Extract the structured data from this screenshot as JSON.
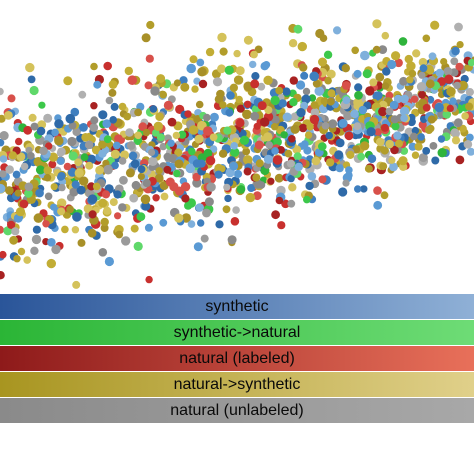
{
  "chart_data": {
    "type": "scatter",
    "title": "",
    "xlabel": "",
    "ylabel": "",
    "grid": false,
    "legend_placement": "bottom",
    "series": [
      {
        "name": "synthetic",
        "color": "#3f7fbf",
        "gradient": [
          "#2a5599",
          "#8fb0d6"
        ]
      },
      {
        "name": "synthetic->natural",
        "color": "#3cc84a",
        "gradient": [
          "#2bb536",
          "#6edc76"
        ]
      },
      {
        "name": "natural (labeled)",
        "color": "#c8302e",
        "gradient": [
          "#8e1a1a",
          "#e8705a"
        ]
      },
      {
        "name": "natural->synthetic",
        "color": "#c2ad35",
        "gradient": [
          "#a89520",
          "#e0d08a"
        ]
      },
      {
        "name": "natural (unlabeled)",
        "color": "#9a9a9a",
        "gradient": [
          "#8a8a8a",
          "#a8a8a8"
        ]
      }
    ]
  }
}
